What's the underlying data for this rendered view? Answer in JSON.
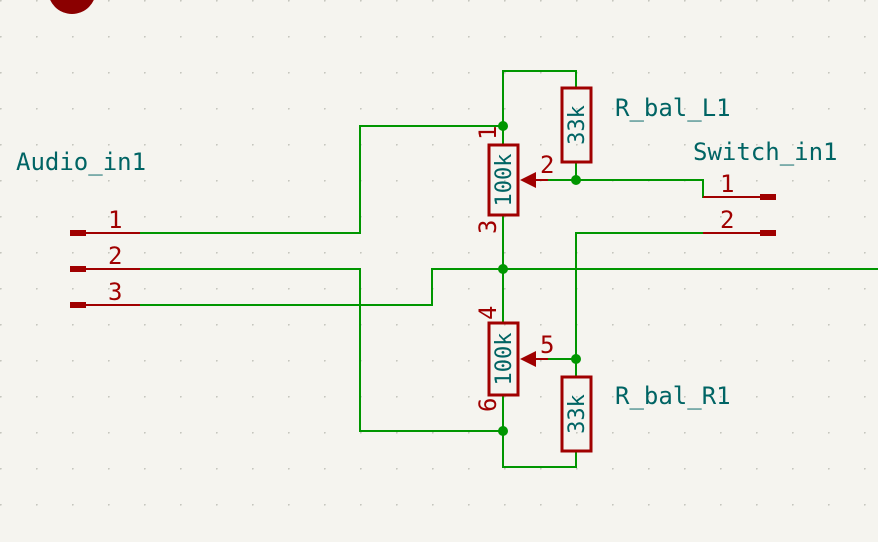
{
  "connectors": {
    "audio_in": {
      "ref": "Audio_in1",
      "pins": [
        "1",
        "2",
        "3"
      ]
    },
    "switch_in": {
      "ref": "Switch_in1",
      "pins": [
        "1",
        "2"
      ]
    }
  },
  "resistors": {
    "left": {
      "ref": "R_bal_L1",
      "value": "33k"
    },
    "right": {
      "ref": "R_bal_R1",
      "value": "33k"
    }
  },
  "potentiometer": {
    "value_top": "100k",
    "value_bottom": "100k",
    "pins": [
      "1",
      "2",
      "3",
      "4",
      "5",
      "6"
    ]
  },
  "colors": {
    "wire": "#009600",
    "junction": "#009600",
    "body": "#a00000",
    "label": "#006464",
    "background": "#f5f4ef"
  }
}
